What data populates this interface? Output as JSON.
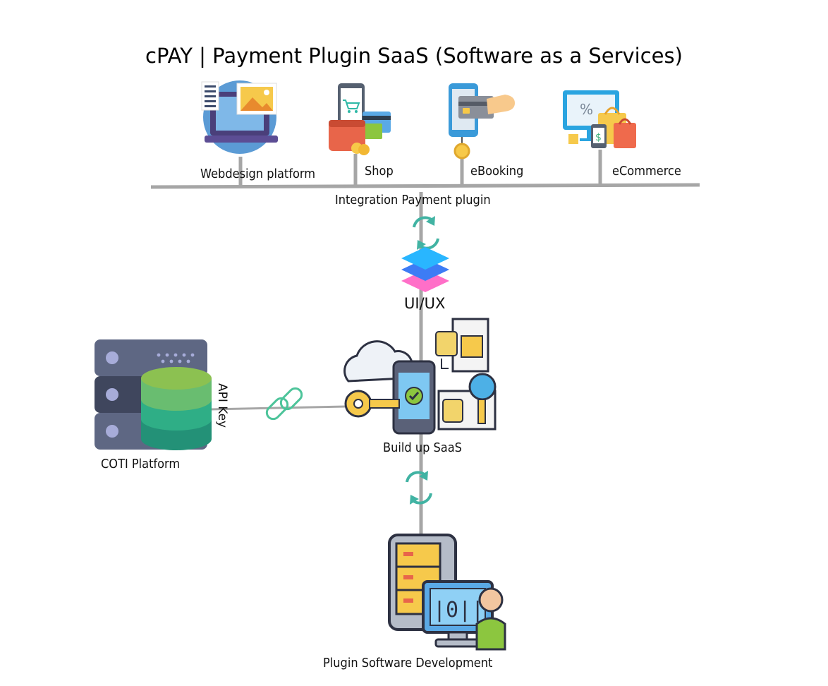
{
  "diagram": {
    "title": "cPAY | Payment Plugin SaaS (Software as a Services)",
    "nodes": {
      "webdesign": {
        "label": "Webdesign platform",
        "icon": "webdesign-laptop-icon"
      },
      "shop": {
        "label": "Shop",
        "icon": "shop-wallet-phone-icon"
      },
      "ebooking": {
        "label": "eBooking",
        "icon": "ebooking-phone-card-icon"
      },
      "ecommerce": {
        "label": "eCommerce",
        "icon": "ecommerce-monitor-bags-icon"
      },
      "integration": {
        "label": "Integration Payment plugin"
      },
      "uiux": {
        "label": "UI/UX",
        "icon": "layers-stack-icon"
      },
      "saas": {
        "label": "Build up SaaS",
        "icon": "saas-cloud-key-phone-icon"
      },
      "coti": {
        "label": "COTI Platform",
        "icon": "server-database-icon"
      },
      "apikey": {
        "label": "API Key",
        "icon": "chain-link-icon"
      },
      "plugin_dev": {
        "label": "Plugin Software Development",
        "icon": "developer-workstation-icon"
      }
    },
    "sync_icon": "sync-arrows-icon",
    "colors": {
      "line": "#a6a6a6",
      "sync": "#41b3a3",
      "db_green": "#3fb07c",
      "server": "#58617a",
      "layer_top": "#3aa8ff",
      "layer_bottom": "#ff6fc8"
    }
  }
}
